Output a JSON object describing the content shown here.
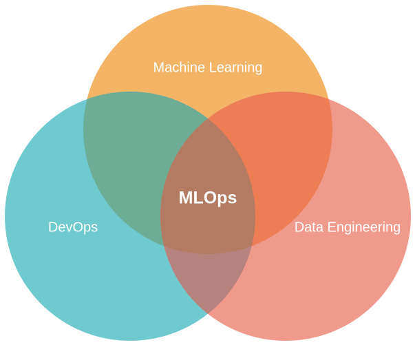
{
  "diagram": {
    "type": "venn",
    "sets": [
      {
        "id": "ml",
        "label": "Machine Learning",
        "color": "#F3B466"
      },
      {
        "id": "devops",
        "label": "DevOps",
        "color": "#6FCAD0"
      },
      {
        "id": "de",
        "label": "Data Engineering",
        "color": "#F09A8C"
      }
    ],
    "intersections": [
      {
        "sets": [
          "ml",
          "devops"
        ],
        "color": "#6DAD95"
      },
      {
        "sets": [
          "ml",
          "de"
        ],
        "color": "#EC7D55"
      },
      {
        "sets": [
          "devops",
          "de"
        ],
        "color": "#B6837E"
      },
      {
        "sets": [
          "ml",
          "devops",
          "de"
        ],
        "label": "MLOps",
        "color": "#B47B63"
      }
    ],
    "center_label": "MLOps"
  }
}
